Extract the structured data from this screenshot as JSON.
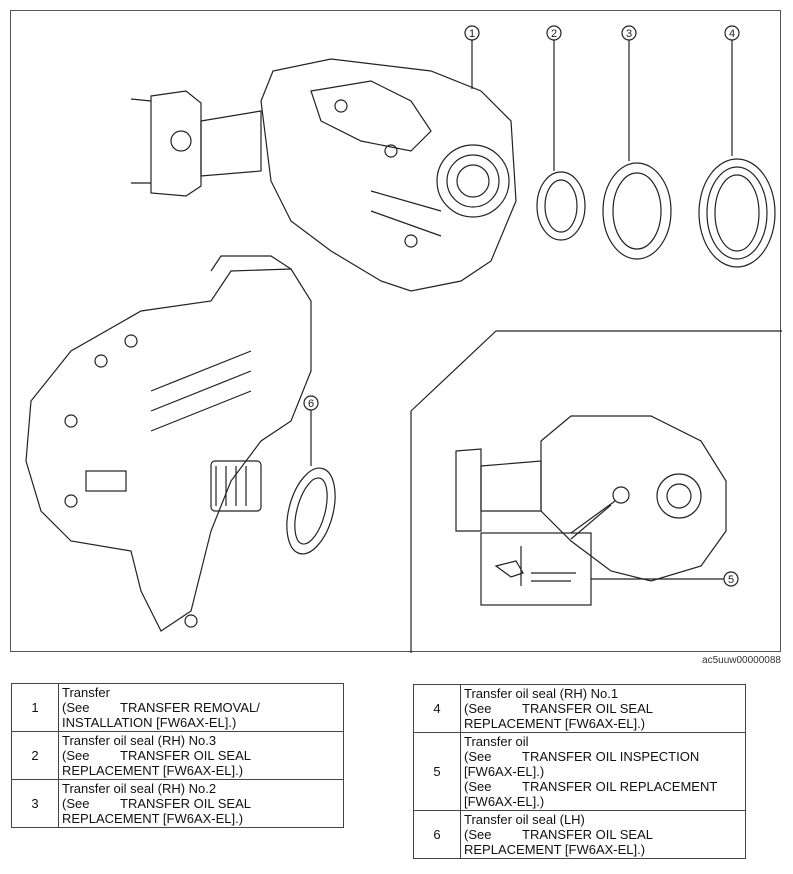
{
  "figure": {
    "id": "ac5uuw00000088",
    "callouts": [
      "1",
      "2",
      "3",
      "4",
      "5",
      "6"
    ]
  },
  "legend": [
    {
      "num": "1",
      "name": "Transfer",
      "refs": [
        {
          "prefix": "(See",
          "text": "TRANSFER REMOVAL/",
          "cont": "INSTALLATION [FW6AX-EL].)"
        }
      ]
    },
    {
      "num": "2",
      "name": "Transfer oil seal (RH) No.3",
      "refs": [
        {
          "prefix": "(See",
          "text": "TRANSFER OIL SEAL",
          "cont": "REPLACEMENT [FW6AX-EL].)"
        }
      ]
    },
    {
      "num": "3",
      "name": "Transfer oil seal (RH) No.2",
      "refs": [
        {
          "prefix": "(See",
          "text": "TRANSFER OIL SEAL",
          "cont": "REPLACEMENT [FW6AX-EL].)"
        }
      ]
    },
    {
      "num": "4",
      "name": "Transfer oil seal (RH) No.1",
      "refs": [
        {
          "prefix": "(See",
          "text": "TRANSFER OIL SEAL",
          "cont": "REPLACEMENT [FW6AX-EL].)"
        }
      ]
    },
    {
      "num": "5",
      "name": "Transfer oil",
      "refs": [
        {
          "prefix": "(See",
          "text": "TRANSFER OIL INSPECTION",
          "cont": "[FW6AX-EL].)"
        },
        {
          "prefix": "(See",
          "text": "TRANSFER OIL REPLACEMENT",
          "cont": "[FW6AX-EL].)"
        }
      ]
    },
    {
      "num": "6",
      "name": "Transfer oil seal (LH)",
      "refs": [
        {
          "prefix": "(See",
          "text": "TRANSFER OIL SEAL",
          "cont": "REPLACEMENT [FW6AX-EL].)"
        }
      ]
    }
  ]
}
